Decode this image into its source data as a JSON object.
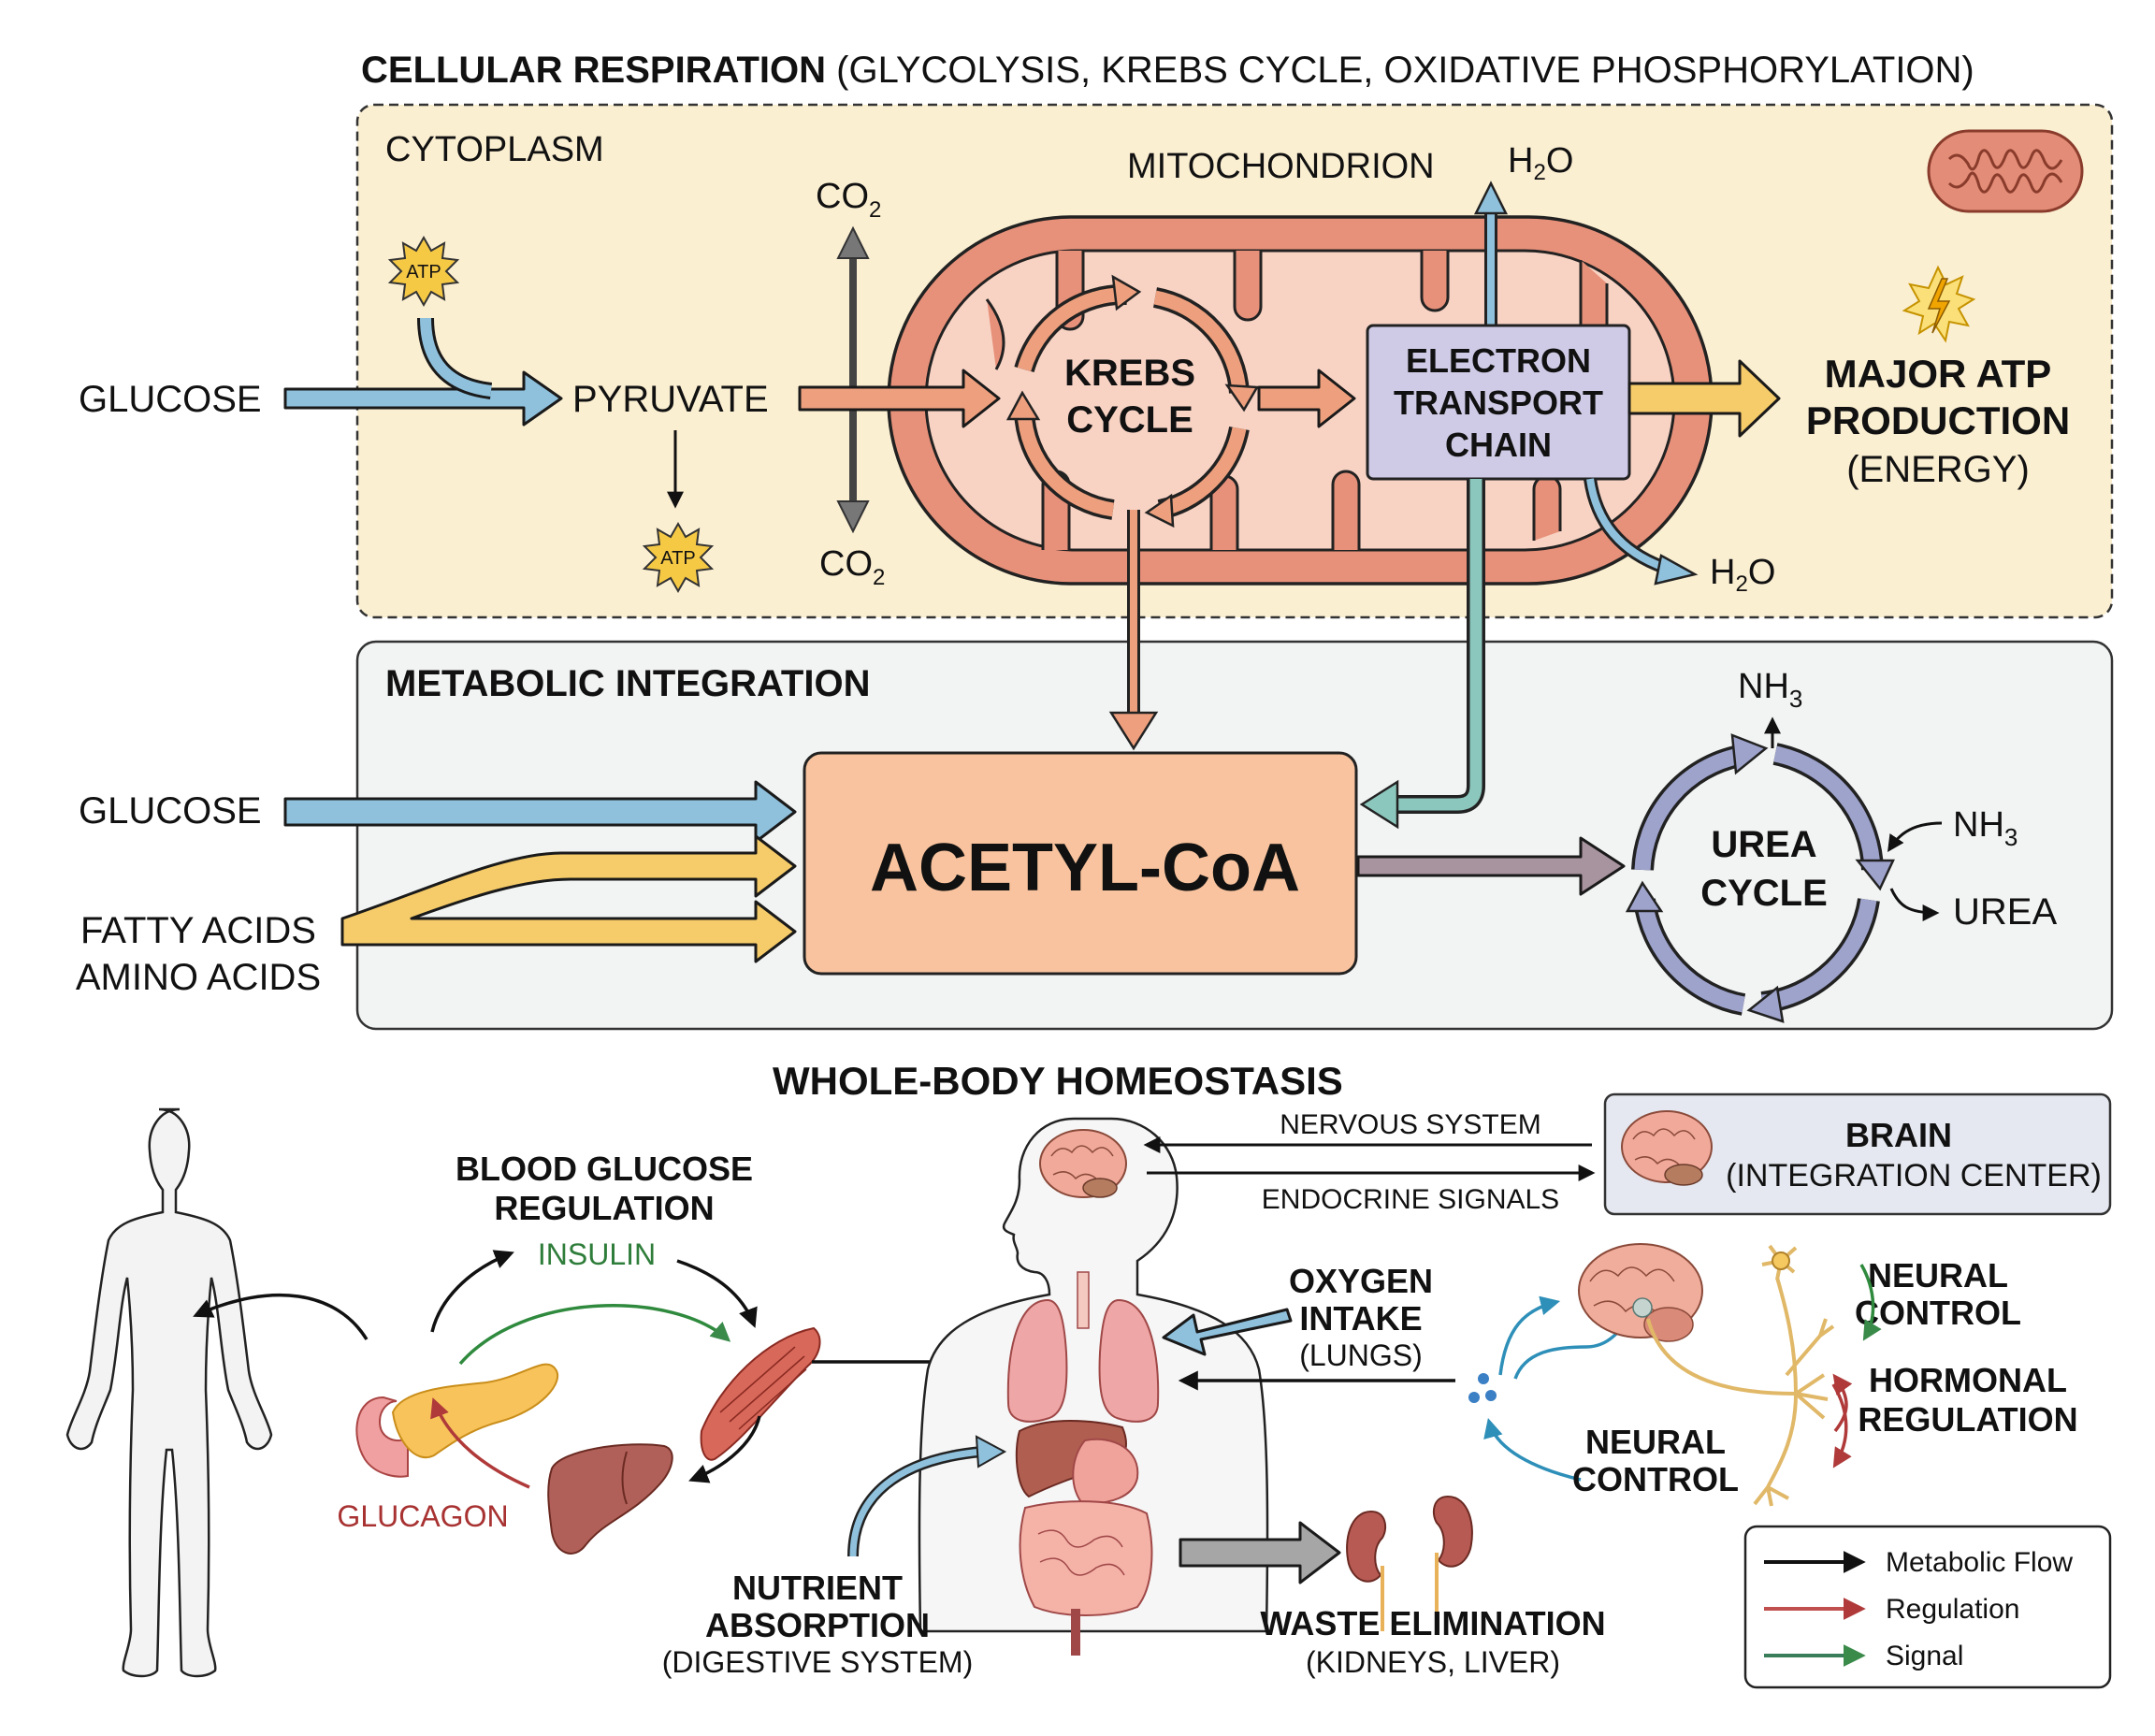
{
  "title": {
    "bold": "CELLULAR RESPIRATION",
    "rest": " (GLYCOLYSIS, KREBS CYCLE, OXIDATIVE PHOSPHORYLATION)"
  },
  "respiration": {
    "cytoplasm_label": "CYTOPLASM",
    "mitochondrion_label": "MITOCHONDRION",
    "glucose": "GLUCOSE",
    "pyruvate": "PYRUVATE",
    "atp": "ATP",
    "co2": "CO",
    "co2_sub": "2",
    "h2o_h": "H",
    "h2o_sub": "2",
    "h2o_o": "O",
    "krebs_1": "KREBS",
    "krebs_2": "CYCLE",
    "etc_1": "ELECTRON",
    "etc_2": "TRANSPORT",
    "etc_3": "CHAIN",
    "major_1": "MAJOR ATP",
    "major_2": "PRODUCTION",
    "major_3": "(ENERGY)"
  },
  "integration": {
    "heading": "METABOLIC INTEGRATION",
    "glucose": "GLUCOSE",
    "fatty_acids": "FATTY ACIDS",
    "amino_acids": "AMINO ACIDS",
    "acetyl": "ACETYL-CoA",
    "urea_1": "UREA",
    "urea_2": "CYCLE",
    "nh3": "NH",
    "nh3_sub": "3",
    "urea": "UREA"
  },
  "homeostasis": {
    "heading": "WHOLE-BODY HOMEOSTASIS",
    "bgr_1": "BLOOD GLUCOSE",
    "bgr_2": "REGULATION",
    "insulin": "INSULIN",
    "glucagon": "GLUCAGON",
    "nervous": "NERVOUS SYSTEM",
    "endocrine": "ENDOCRINE SIGNALS",
    "brain_1": "BRAIN",
    "brain_2": "(INTEGRATION CENTER)",
    "oxygen_1": "OXYGEN",
    "oxygen_2": "INTAKE",
    "oxygen_3": "(LUNGS)",
    "nutrient_1": "NUTRIENT",
    "nutrient_2": "ABSORPTION",
    "nutrient_3": "(DIGESTIVE SYSTEM)",
    "waste_1": "WASTE ELIMINATION",
    "waste_2": "(KIDNEYS, LIVER)",
    "neural_1": "NEURAL",
    "neural_2": "CONTROL",
    "hormonal_1": "HORMONAL",
    "hormonal_2": "REGULATION"
  },
  "legend": {
    "items": [
      {
        "label": "Metabolic Flow",
        "color": "#111111"
      },
      {
        "label": "Regulation",
        "color": "#c0504d"
      },
      {
        "label": "Signal",
        "color": "#3a7d5a"
      }
    ]
  },
  "colors": {
    "cytoplasm_bg": "#fbefd2",
    "integration_bg": "#f2f3f3",
    "mito_outer": "#e8917a",
    "mito_inner": "#f8d3c4",
    "blue_arrow": "#8fc1dd",
    "orange_arrow": "#eea07e",
    "yellow_arrow": "#f6cc6a",
    "etc_box": "#cfcbe6",
    "acetyl_box": "#f8c39e",
    "urea_arrow": "#9ea3cc",
    "teal_arrow": "#8cc7bd"
  }
}
